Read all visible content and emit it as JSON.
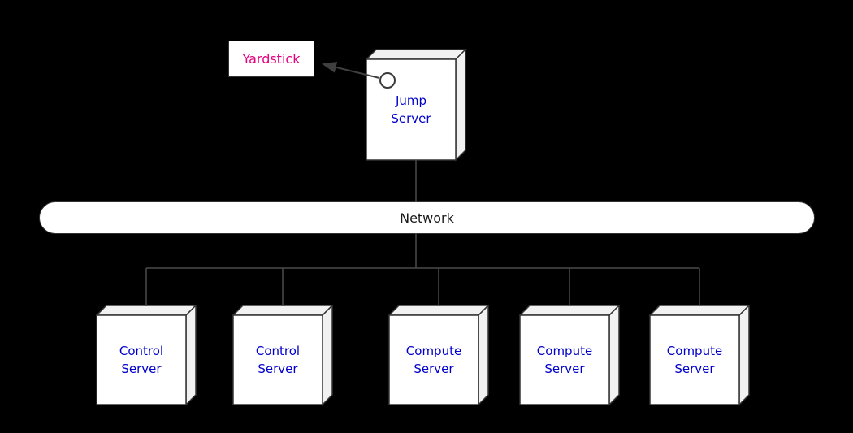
{
  "diagram": {
    "background": "#000000",
    "nodes": {
      "yardstick": {
        "label": "Yardstick",
        "text_color": "#e6007e"
      },
      "jump_server": {
        "label": "Jump Server",
        "text_color": "#0000cc"
      },
      "network": {
        "label": "Network",
        "text_color": "#1a1a1a"
      }
    },
    "servers": [
      {
        "label": "Control Server"
      },
      {
        "label": "Control Server"
      },
      {
        "label": "Compute Server"
      },
      {
        "label": "Compute Server"
      },
      {
        "label": "Compute Server"
      }
    ],
    "colors": {
      "box_fill": "#ffffff",
      "box_shade": "#f1f1f1",
      "box_border": "#333333",
      "connector": "#4a4a4a",
      "server_text": "#0000cc",
      "yardstick_text": "#e6007e",
      "network_text": "#1a1a1a"
    }
  }
}
